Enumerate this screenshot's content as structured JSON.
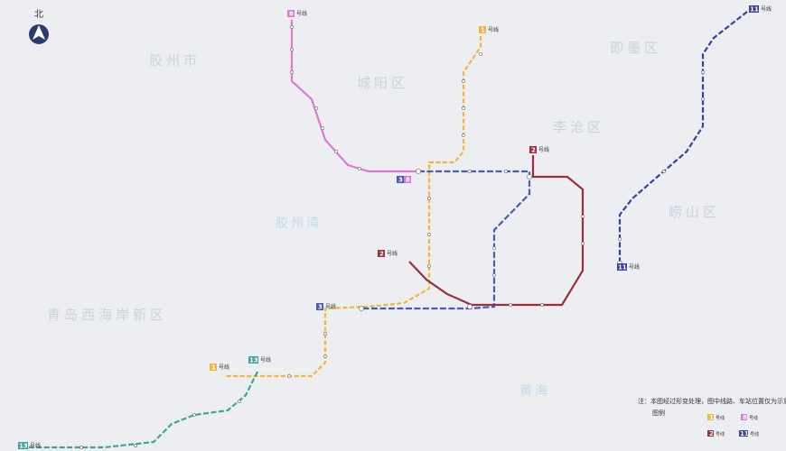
{
  "north": {
    "label": "北"
  },
  "districts": [
    {
      "name": "胶州市"
    },
    {
      "name": "城阳区"
    },
    {
      "name": "即墨区"
    },
    {
      "name": "李沧区"
    },
    {
      "name": "崂山区"
    },
    {
      "name": "青岛西海岸新区"
    }
  ],
  "bays": [
    {
      "name": "胶州湾"
    },
    {
      "name": "黄海"
    }
  ],
  "lines": [
    {
      "id": "1",
      "label": "号线",
      "color": "#f0b73c"
    },
    {
      "id": "2",
      "label": "号线",
      "color": "#9a2f3e"
    },
    {
      "id": "3",
      "label": "号线",
      "color": "#4a5bb5"
    },
    {
      "id": "8",
      "label": "号线",
      "color": "#e07ad0"
    },
    {
      "id": "11",
      "label": "号线",
      "color": "#3b3f9e"
    },
    {
      "id": "13",
      "label": "号线",
      "color": "#3fa39a"
    }
  ],
  "transfer_badge": {
    "a": "3",
    "b": "8"
  },
  "note": "注：本图经过形变处理，图中线路、车站位置仅为示意。",
  "legend": {
    "title": "图例",
    "items": [
      {
        "num": "1",
        "label": "号线"
      },
      {
        "num": "8",
        "label": "号线"
      },
      {
        "num": "2",
        "label": "号线"
      },
      {
        "num": "11",
        "label": "号线"
      }
    ]
  }
}
